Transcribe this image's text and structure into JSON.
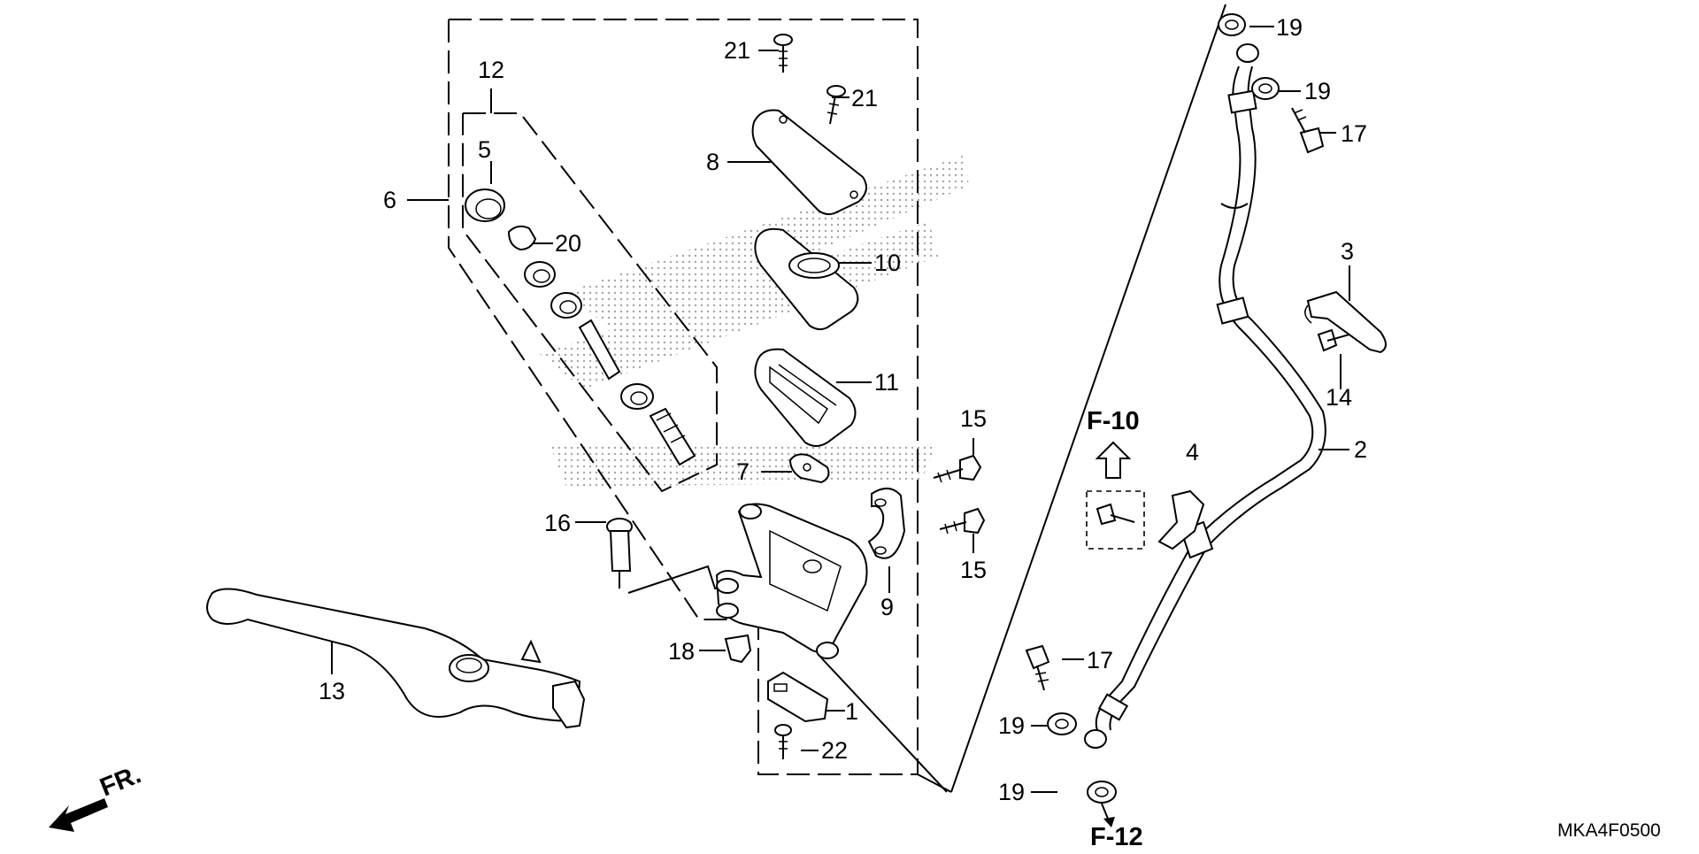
{
  "diagram": {
    "code": "MKA4F0500",
    "direction_label": "FR.",
    "refs": {
      "f10": "F-10",
      "f12": "F-12"
    },
    "callouts": {
      "c1": "1",
      "c2": "2",
      "c3": "3",
      "c4": "4",
      "c5": "5",
      "c6": "6",
      "c7": "7",
      "c8": "8",
      "c9": "9",
      "c10": "10",
      "c11": "11",
      "c12": "12",
      "c13": "13",
      "c14": "14",
      "c15a": "15",
      "c15b": "15",
      "c16": "16",
      "c17a": "17",
      "c17b": "17",
      "c18": "18",
      "c19a": "19",
      "c19b": "19",
      "c19c": "19",
      "c19d": "19",
      "c20": "20",
      "c21a": "21",
      "c21b": "21",
      "c22": "22"
    }
  }
}
